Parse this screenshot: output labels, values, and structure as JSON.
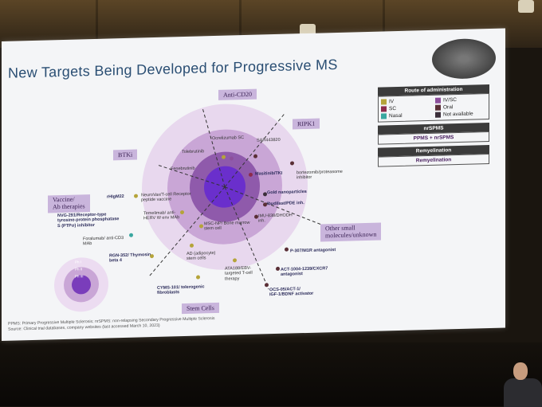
{
  "slide": {
    "title": "New Targets Being Developed for Progressive MS",
    "footnote_line1": "PPMS: Primary Progressive Multiple Sclerosis; nrSPMS: non-relapsing Secondary Progressive Multiple Sclerosis",
    "footnote_line2": "Source: Clinical trial databases, company websites (last accessed March 10, 2023)"
  },
  "legend": {
    "route_title": "Route of administration",
    "routes": [
      {
        "label": "IV",
        "color": "#b5a43a"
      },
      {
        "label": "IV/SC",
        "color": "#8d4f9c"
      },
      {
        "label": "SC",
        "color": "#8c2b4b"
      },
      {
        "label": "Oral",
        "color": "#5a2f36"
      },
      {
        "label": "Nasal",
        "color": "#3aa7a0"
      },
      {
        "label": "Not available",
        "color": "#3b2f3a"
      }
    ],
    "nrspms_title": "nrSPMS",
    "nrspms_value": "PPMS + nrSPMS",
    "remyelination_title": "Remyelination",
    "remyelination_value": "Remyelination"
  },
  "categories": {
    "anti_cd20": "Anti-CD20",
    "ripk1": "RIPK1",
    "btki": "BTKi",
    "vaccine": "Vaccine/\nAb therapies",
    "other": "Other small\nmolecules/unknown",
    "stem": "Stem Cells"
  },
  "targets": {
    "ocrelizumab": "Ocrelizumab SC",
    "sar": "SAR443820",
    "tolebrutinib": "Tolebrutinib",
    "fenebrutinib": "Fenebrutinib",
    "masitinib": "Masitinib/TKI",
    "bortezomib": "bortezomib/proteasome\ninhibitor",
    "rhigm22": "rHIgM22",
    "neurovax": "NeuroVax/T-cell Receptor\npeptide vaccine",
    "gold": "Gold nanoparticles",
    "ibudilast": "Ibudilast/PDE inh.",
    "temelimab": "Temelimab/ anti-\nHERV W env MAb",
    "imu": "IMU-838/DHODH\ninh.",
    "nvg": "NVG-291/Receptor-type\ntyrosine-protein phosphatase\nS (PTPσ) inhibitor",
    "foralumab": "Foralumab/ anti-CD3\nMAb",
    "msc": "MSC-NP/ Bone marrow\nstem cell",
    "rgn": "RGN-352/ Thymosin\nbeta 4",
    "ad": "AD (adipocyte)\nstem cells",
    "p307": "P-307/M1R antagonist",
    "ata188": "ATA188/EBV-\ntargeted T-cell\ntherapy",
    "act1004": "ACT-1004-1239/CXCR7\nantagonist",
    "cyms": "CYMS-101/ tolerogenic\nfibroblasts",
    "ocs05": "OCS-05/ACT-1/\nIGF-1/BDNF activator"
  },
  "mini": {
    "p1": "Ph I",
    "p2": "Ph II",
    "p3": "Ph III"
  }
}
